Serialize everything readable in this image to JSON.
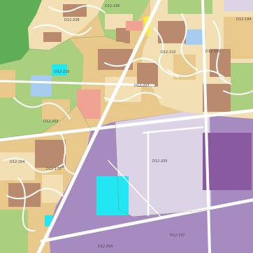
{
  "colors": {
    "residential_tan": "#e9c98b",
    "residential_light": "#f3dfb4",
    "commercial_brown": "#b98a6e",
    "park_green": "#a9cf7f",
    "forest_green": "#5fae58",
    "industrial_purple": "#a58bc0",
    "light_purple": "#ddd3e7",
    "dark_purple": "#8a5aa0",
    "water_blue": "#a6cdef",
    "cyan": "#22e6f2",
    "salmon": "#f0a294",
    "yellow": "#f6ee3a",
    "road": "#ffffff"
  },
  "map": {
    "labels": [
      {
        "id": "lbl-1",
        "text": "D12-208"
      },
      {
        "id": "lbl-2",
        "text": "D12-195"
      },
      {
        "id": "lbl-3",
        "text": "D12-194"
      },
      {
        "id": "lbl-4",
        "text": "D12-210"
      },
      {
        "id": "lbl-5",
        "text": "D12-210"
      },
      {
        "id": "lbl-6",
        "text": "D12-206"
      },
      {
        "id": "lbl-7",
        "text": "D12-207"
      },
      {
        "id": "lbl-8",
        "text": "D12-203"
      },
      {
        "id": "lbl-9",
        "text": "D12-204"
      },
      {
        "id": "lbl-10",
        "text": "D12-170"
      },
      {
        "id": "lbl-11",
        "text": "D12-205"
      },
      {
        "id": "lbl-12",
        "text": "D12-204"
      },
      {
        "id": "lbl-13",
        "text": "D12-197"
      }
    ]
  }
}
